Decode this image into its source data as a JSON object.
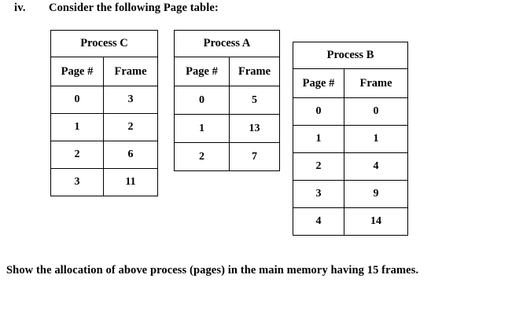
{
  "question": {
    "numeral": "iv.",
    "prompt": "Consider the following Page table:"
  },
  "tables": [
    {
      "id": "process-c",
      "title": "Process C",
      "columns": [
        "Page #",
        "Frame"
      ],
      "rows": [
        [
          "0",
          "3"
        ],
        [
          "1",
          "2"
        ],
        [
          "2",
          "6"
        ],
        [
          "3",
          "11"
        ]
      ]
    },
    {
      "id": "process-a",
      "title": "Process A",
      "columns": [
        "Page #",
        "Frame"
      ],
      "rows": [
        [
          "0",
          "5"
        ],
        [
          "1",
          "13"
        ],
        [
          "2",
          "7"
        ]
      ]
    },
    {
      "id": "process-b",
      "title": "Process B",
      "columns": [
        "Page #",
        "Frame"
      ],
      "rows": [
        [
          "0",
          "0"
        ],
        [
          "1",
          "1"
        ],
        [
          "2",
          "4"
        ],
        [
          "3",
          "9"
        ],
        [
          "4",
          "14"
        ]
      ]
    }
  ],
  "footer": {
    "instruction": "Show the allocation of above process (pages) in the main memory having 15 frames."
  },
  "colors": {
    "page_background": "#ffffff",
    "text": "#000000",
    "table_border": "#000000"
  }
}
